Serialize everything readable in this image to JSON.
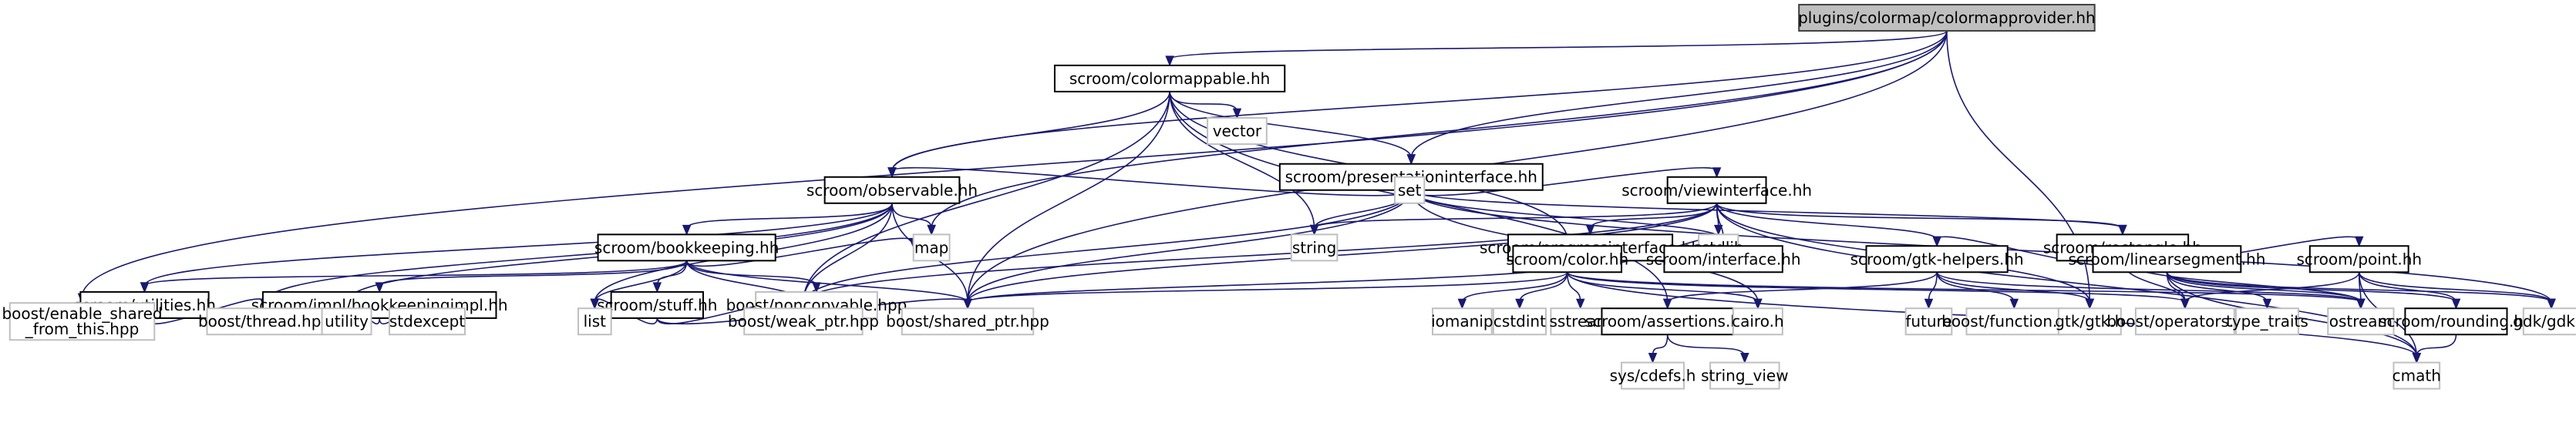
{
  "title": "plugins/colormap/colormapprovider.hh",
  "colors": {
    "edge": "#191970",
    "root_fill": "#bfbfbf",
    "internal_border": "#000000",
    "external_border": "#bfbfbf"
  },
  "nodes": [
    {
      "id": "root",
      "label": "plugins/colormap/colormapprovider.hh",
      "kind": "root"
    },
    {
      "id": "colormappable",
      "label": "scroom/colormappable.hh",
      "kind": "internal"
    },
    {
      "id": "vector",
      "label": "vector",
      "kind": "external"
    },
    {
      "id": "presentationinterface",
      "label": "scroom/presentationinterface.hh",
      "kind": "internal"
    },
    {
      "id": "observable",
      "label": "scroom/observable.hh",
      "kind": "internal"
    },
    {
      "id": "set",
      "label": "set",
      "kind": "external"
    },
    {
      "id": "viewinterface",
      "label": "scroom/viewinterface.hh",
      "kind": "internal"
    },
    {
      "id": "bookkeeping",
      "label": "scroom/bookkeeping.hh",
      "kind": "internal"
    },
    {
      "id": "string",
      "label": "string",
      "kind": "external"
    },
    {
      "id": "cstdlib",
      "label": "cstdlib",
      "kind": "external"
    },
    {
      "id": "progressinterface",
      "label": "scroom/progressinterface.hh",
      "kind": "internal"
    },
    {
      "id": "rectangle",
      "label": "scroom/rectangle.hh",
      "kind": "internal"
    },
    {
      "id": "utilities",
      "label": "scroom/utilities.hh",
      "kind": "internal"
    },
    {
      "id": "bookkeepingimpl",
      "label": "scroom/impl/bookkeepingimpl.hh",
      "kind": "internal"
    },
    {
      "id": "stuff",
      "label": "scroom/stuff.hh",
      "kind": "internal"
    },
    {
      "id": "noncopyable",
      "label": "boost/noncopyable.hpp",
      "kind": "external"
    },
    {
      "id": "map",
      "label": "map",
      "kind": "external"
    },
    {
      "id": "color",
      "label": "scroom/color.hh",
      "kind": "internal"
    },
    {
      "id": "interface",
      "label": "scroom/interface.hh",
      "kind": "internal"
    },
    {
      "id": "gtkhelpers",
      "label": "scroom/gtk-helpers.hh",
      "kind": "internal"
    },
    {
      "id": "linearsegment",
      "label": "scroom/linearsegment.hh",
      "kind": "internal"
    },
    {
      "id": "point",
      "label": "scroom/point.hh",
      "kind": "internal"
    },
    {
      "id": "enable_shared",
      "label": "boost/enable_shared\n_from_this.hpp",
      "kind": "external"
    },
    {
      "id": "thread",
      "label": "boost/thread.hpp",
      "kind": "external"
    },
    {
      "id": "utility",
      "label": "utility",
      "kind": "external"
    },
    {
      "id": "stdexcept",
      "label": "stdexcept",
      "kind": "external"
    },
    {
      "id": "list",
      "label": "list",
      "kind": "external"
    },
    {
      "id": "weak_ptr",
      "label": "boost/weak_ptr.hpp",
      "kind": "external"
    },
    {
      "id": "shared_ptr",
      "label": "boost/shared_ptr.hpp",
      "kind": "external"
    },
    {
      "id": "iomanip",
      "label": "iomanip",
      "kind": "external"
    },
    {
      "id": "cstdint",
      "label": "cstdint",
      "kind": "external"
    },
    {
      "id": "sstream",
      "label": "sstream",
      "kind": "external"
    },
    {
      "id": "assertions",
      "label": "scroom/assertions.hh",
      "kind": "internal"
    },
    {
      "id": "cairo",
      "label": "cairo.h",
      "kind": "external"
    },
    {
      "id": "future",
      "label": "future",
      "kind": "external"
    },
    {
      "id": "function",
      "label": "boost/function.hpp",
      "kind": "external"
    },
    {
      "id": "gtk",
      "label": "gtk/gtk.h",
      "kind": "external"
    },
    {
      "id": "operators",
      "label": "boost/operators.hpp",
      "kind": "external"
    },
    {
      "id": "type_traits",
      "label": "type_traits",
      "kind": "external"
    },
    {
      "id": "ostream",
      "label": "ostream",
      "kind": "external"
    },
    {
      "id": "rounding",
      "label": "scroom/rounding.hh",
      "kind": "internal"
    },
    {
      "id": "gdk",
      "label": "gdk/gdk.h",
      "kind": "external"
    },
    {
      "id": "sys_cdefs",
      "label": "sys/cdefs.h",
      "kind": "external"
    },
    {
      "id": "string_view",
      "label": "string_view",
      "kind": "external"
    },
    {
      "id": "cmath",
      "label": "cmath",
      "kind": "external"
    }
  ],
  "edges": [
    [
      "root",
      "colormappable"
    ],
    [
      "root",
      "presentationinterface"
    ],
    [
      "root",
      "observable"
    ],
    [
      "root",
      "map"
    ],
    [
      "root",
      "shared_ptr"
    ],
    [
      "root",
      "enable_shared"
    ],
    [
      "root",
      "gtk"
    ],
    [
      "colormappable",
      "vector"
    ],
    [
      "colormappable",
      "presentationinterface"
    ],
    [
      "colormappable",
      "observable"
    ],
    [
      "colormappable",
      "string"
    ],
    [
      "colormappable",
      "color"
    ],
    [
      "colormappable",
      "weak_ptr"
    ],
    [
      "colormappable",
      "shared_ptr"
    ],
    [
      "colormappable",
      "assertions"
    ],
    [
      "presentationinterface",
      "observable"
    ],
    [
      "presentationinterface",
      "set"
    ],
    [
      "presentationinterface",
      "viewinterface"
    ],
    [
      "presentationinterface",
      "rectangle"
    ],
    [
      "presentationinterface",
      "string"
    ],
    [
      "presentationinterface",
      "interface"
    ],
    [
      "presentationinterface",
      "cairo"
    ],
    [
      "presentationinterface",
      "gdk"
    ],
    [
      "presentationinterface",
      "weak_ptr"
    ],
    [
      "presentationinterface",
      "shared_ptr"
    ],
    [
      "observable",
      "bookkeeping"
    ],
    [
      "observable",
      "utilities"
    ],
    [
      "observable",
      "map"
    ],
    [
      "observable",
      "list"
    ],
    [
      "observable",
      "weak_ptr"
    ],
    [
      "observable",
      "shared_ptr"
    ],
    [
      "observable",
      "thread"
    ],
    [
      "observable",
      "utility"
    ],
    [
      "viewinterface",
      "string"
    ],
    [
      "viewinterface",
      "cstdlib"
    ],
    [
      "viewinterface",
      "progressinterface"
    ],
    [
      "viewinterface",
      "rectangle"
    ],
    [
      "viewinterface",
      "interface"
    ],
    [
      "viewinterface",
      "gtkhelpers"
    ],
    [
      "viewinterface",
      "gtk"
    ],
    [
      "viewinterface",
      "cmath"
    ],
    [
      "viewinterface",
      "weak_ptr"
    ],
    [
      "viewinterface",
      "shared_ptr"
    ],
    [
      "bookkeeping",
      "utilities"
    ],
    [
      "bookkeeping",
      "bookkeepingimpl"
    ],
    [
      "bookkeeping",
      "stuff"
    ],
    [
      "bookkeeping",
      "noncopyable"
    ],
    [
      "bookkeeping",
      "map"
    ],
    [
      "bookkeeping",
      "list"
    ],
    [
      "bookkeeping",
      "weak_ptr"
    ],
    [
      "bookkeeping",
      "shared_ptr"
    ],
    [
      "progressinterface",
      "interface"
    ],
    [
      "progressinterface",
      "shared_ptr"
    ],
    [
      "rectangle",
      "gtkhelpers"
    ],
    [
      "rectangle",
      "linearsegment"
    ],
    [
      "rectangle",
      "point"
    ],
    [
      "rectangle",
      "operators"
    ],
    [
      "rectangle",
      "ostream"
    ],
    [
      "utilities",
      "enable_shared"
    ],
    [
      "utilities",
      "thread"
    ],
    [
      "bookkeepingimpl",
      "utility"
    ],
    [
      "bookkeepingimpl",
      "stdexcept"
    ],
    [
      "stuff",
      "list"
    ],
    [
      "stuff",
      "weak_ptr"
    ],
    [
      "stuff",
      "shared_ptr"
    ],
    [
      "color",
      "operators"
    ],
    [
      "color",
      "iomanip"
    ],
    [
      "color",
      "cstdint"
    ],
    [
      "color",
      "sstream"
    ],
    [
      "color",
      "cairo"
    ],
    [
      "color",
      "cmath"
    ],
    [
      "color",
      "ostream"
    ],
    [
      "color",
      "shared_ptr"
    ],
    [
      "gtkhelpers",
      "future"
    ],
    [
      "gtkhelpers",
      "function"
    ],
    [
      "gtkhelpers",
      "gtk"
    ],
    [
      "gtkhelpers",
      "assertions"
    ],
    [
      "gtkhelpers",
      "ostream"
    ],
    [
      "linearsegment",
      "operators"
    ],
    [
      "linearsegment",
      "type_traits"
    ],
    [
      "linearsegment",
      "ostream"
    ],
    [
      "linearsegment",
      "rounding"
    ],
    [
      "linearsegment",
      "gdk"
    ],
    [
      "linearsegment",
      "cmath"
    ],
    [
      "point",
      "operators"
    ],
    [
      "point",
      "ostream"
    ],
    [
      "point",
      "rounding"
    ],
    [
      "point",
      "gdk"
    ],
    [
      "point",
      "cmath"
    ],
    [
      "assertions",
      "sys_cdefs"
    ],
    [
      "assertions",
      "string_view"
    ],
    [
      "rounding",
      "cmath"
    ]
  ]
}
